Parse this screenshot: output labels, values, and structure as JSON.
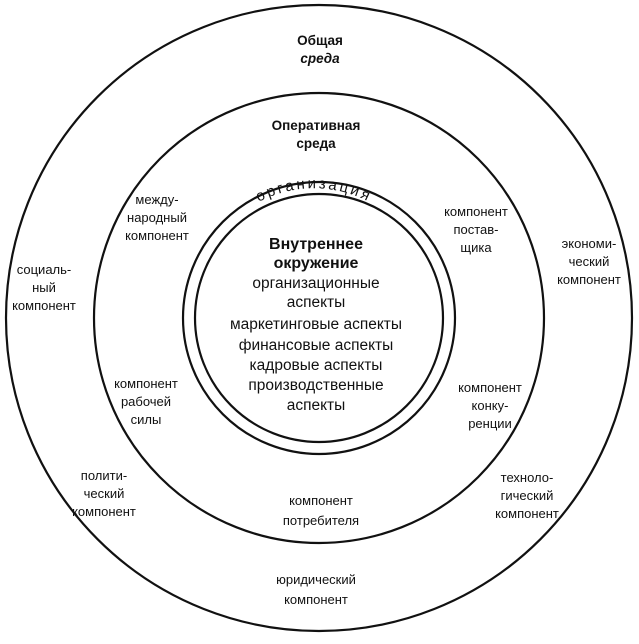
{
  "general_environment": {
    "title_line1": "Общая",
    "title_line2": "среда"
  },
  "operating_environment": {
    "title_line1": "Оперативная",
    "title_line2": "среда"
  },
  "organization": {
    "arc_label": "организация"
  },
  "internal": {
    "title_line1": "Внутреннее",
    "title_line2": "окружение",
    "items": [
      "организационные",
      "аспекты",
      "маркетинговые аспекты",
      "финансовые аспекты",
      "кадровые аспекты",
      "производственные",
      "аспекты"
    ]
  },
  "operating_components": {
    "international": [
      "между-",
      "народный",
      "компонент"
    ],
    "suppliers": [
      "компонент",
      "постав-",
      "щика"
    ],
    "labor": [
      "компонент",
      "рабочей",
      "силы"
    ],
    "competition": [
      "компонент",
      "конку-",
      "ренции"
    ],
    "consumer": [
      "компонент",
      "потребителя"
    ]
  },
  "general_components": {
    "social": [
      "социаль-",
      "ный",
      "компонент"
    ],
    "economic": [
      "экономи-",
      "ческий",
      "компонент"
    ],
    "political": [
      "полити-",
      "ческий",
      "компонент"
    ],
    "technological": [
      "техноло-",
      "гический",
      "компонент"
    ],
    "legal": [
      "юридический",
      "компонент"
    ]
  }
}
